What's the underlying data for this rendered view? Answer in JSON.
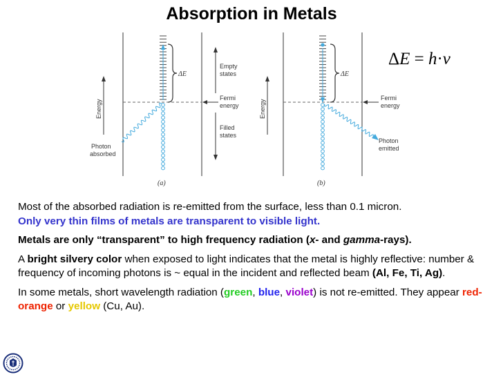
{
  "title": "Absorption in Metals",
  "formula": {
    "delta": "Δ",
    "E": "E",
    "eq": "=",
    "h": "h",
    "dot": "·",
    "nu": "ν"
  },
  "diagram": {
    "panel_a": {
      "axis_label": "Energy",
      "delta_e": "ΔE",
      "empty_states": [
        "Empty",
        "states"
      ],
      "fermi": [
        "Fermi",
        "energy"
      ],
      "filled_states": [
        "Filled",
        "states"
      ],
      "photon": [
        "Photon",
        "absorbed"
      ],
      "caption": "(a)"
    },
    "panel_b": {
      "axis_label": "Energy",
      "delta_e": "ΔE",
      "fermi": [
        "Fermi",
        "energy"
      ],
      "photon": [
        "Photon",
        "emitted"
      ],
      "caption": "(b)"
    }
  },
  "paragraphs": {
    "p1": {
      "line1": "Most of the absorbed radiation is re-emitted from the surface, less than 0.1 micron.",
      "line2": "Only very thin films of metals are transparent to visible light."
    },
    "p2": {
      "a": "Metals are only “transparent” to high frequency radiation (",
      "x": "x",
      "b": "- and ",
      "gamma": "gamma",
      "c": "-rays)."
    },
    "p3": {
      "a": "A ",
      "bold": "bright silvery color",
      "b": " when exposed to light indicates that the metal is highly reflective: number & frequency of incoming photons is ~ equal in the incident and reflected beam ",
      "bold2": "(Al, Fe, Ti, Ag)",
      "c": "."
    },
    "p4": {
      "a": "In some metals, short wavelength radiation (",
      "green": "green",
      "sep1": ", ",
      "blue": "blue",
      "sep2": ", ",
      "violet": "violet",
      "b": ") is not re-emitted. They appear ",
      "red": "red-orange",
      "or": " or ",
      "yellow": "yellow",
      "c": " (Cu, Au)."
    }
  },
  "colors": {
    "blue_text": "#3333cc",
    "green": "#22cc22",
    "blue": "#2222ee",
    "violet": "#9900cc",
    "red_orange": "#ee2200",
    "yellow": "#e6c800",
    "diagram_accent": "#44aadd"
  }
}
